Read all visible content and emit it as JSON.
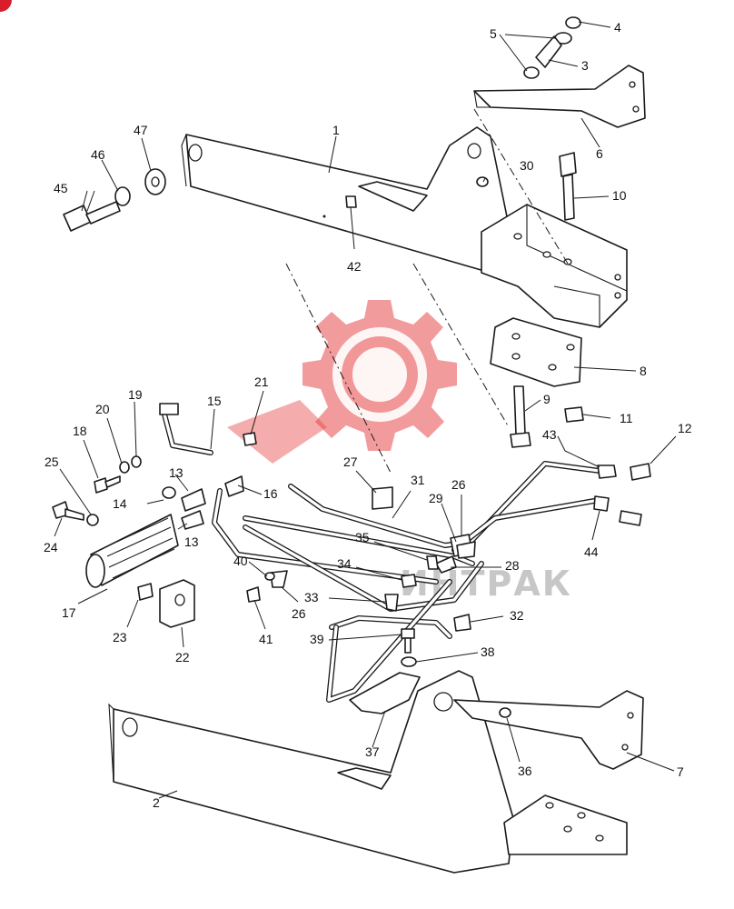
{
  "callouts": [
    {
      "n": "1"
    },
    {
      "n": "2"
    },
    {
      "n": "3"
    },
    {
      "n": "4"
    },
    {
      "n": "5"
    },
    {
      "n": "6"
    },
    {
      "n": "7"
    },
    {
      "n": "8"
    },
    {
      "n": "9"
    },
    {
      "n": "10"
    },
    {
      "n": "11"
    },
    {
      "n": "12"
    },
    {
      "n": "13"
    },
    {
      "n": "13"
    },
    {
      "n": "14"
    },
    {
      "n": "15"
    },
    {
      "n": "16"
    },
    {
      "n": "17"
    },
    {
      "n": "18"
    },
    {
      "n": "19"
    },
    {
      "n": "20"
    },
    {
      "n": "21"
    },
    {
      "n": "22"
    },
    {
      "n": "23"
    },
    {
      "n": "24"
    },
    {
      "n": "25"
    },
    {
      "n": "26"
    },
    {
      "n": "26"
    },
    {
      "n": "27"
    },
    {
      "n": "28"
    },
    {
      "n": "29"
    },
    {
      "n": "30"
    },
    {
      "n": "31"
    },
    {
      "n": "32"
    },
    {
      "n": "33"
    },
    {
      "n": "34"
    },
    {
      "n": "35"
    },
    {
      "n": "36"
    },
    {
      "n": "37"
    },
    {
      "n": "38"
    },
    {
      "n": "39"
    },
    {
      "n": "40"
    },
    {
      "n": "41"
    },
    {
      "n": "42"
    },
    {
      "n": "43"
    },
    {
      "n": "44"
    },
    {
      "n": "45"
    },
    {
      "n": "46"
    },
    {
      "n": "47"
    }
  ],
  "watermark": {
    "text": "ИНТРАК"
  },
  "colors": {
    "line": "#1a1a1a",
    "watermark": "#e8484a",
    "badge": "#d81e2a"
  }
}
